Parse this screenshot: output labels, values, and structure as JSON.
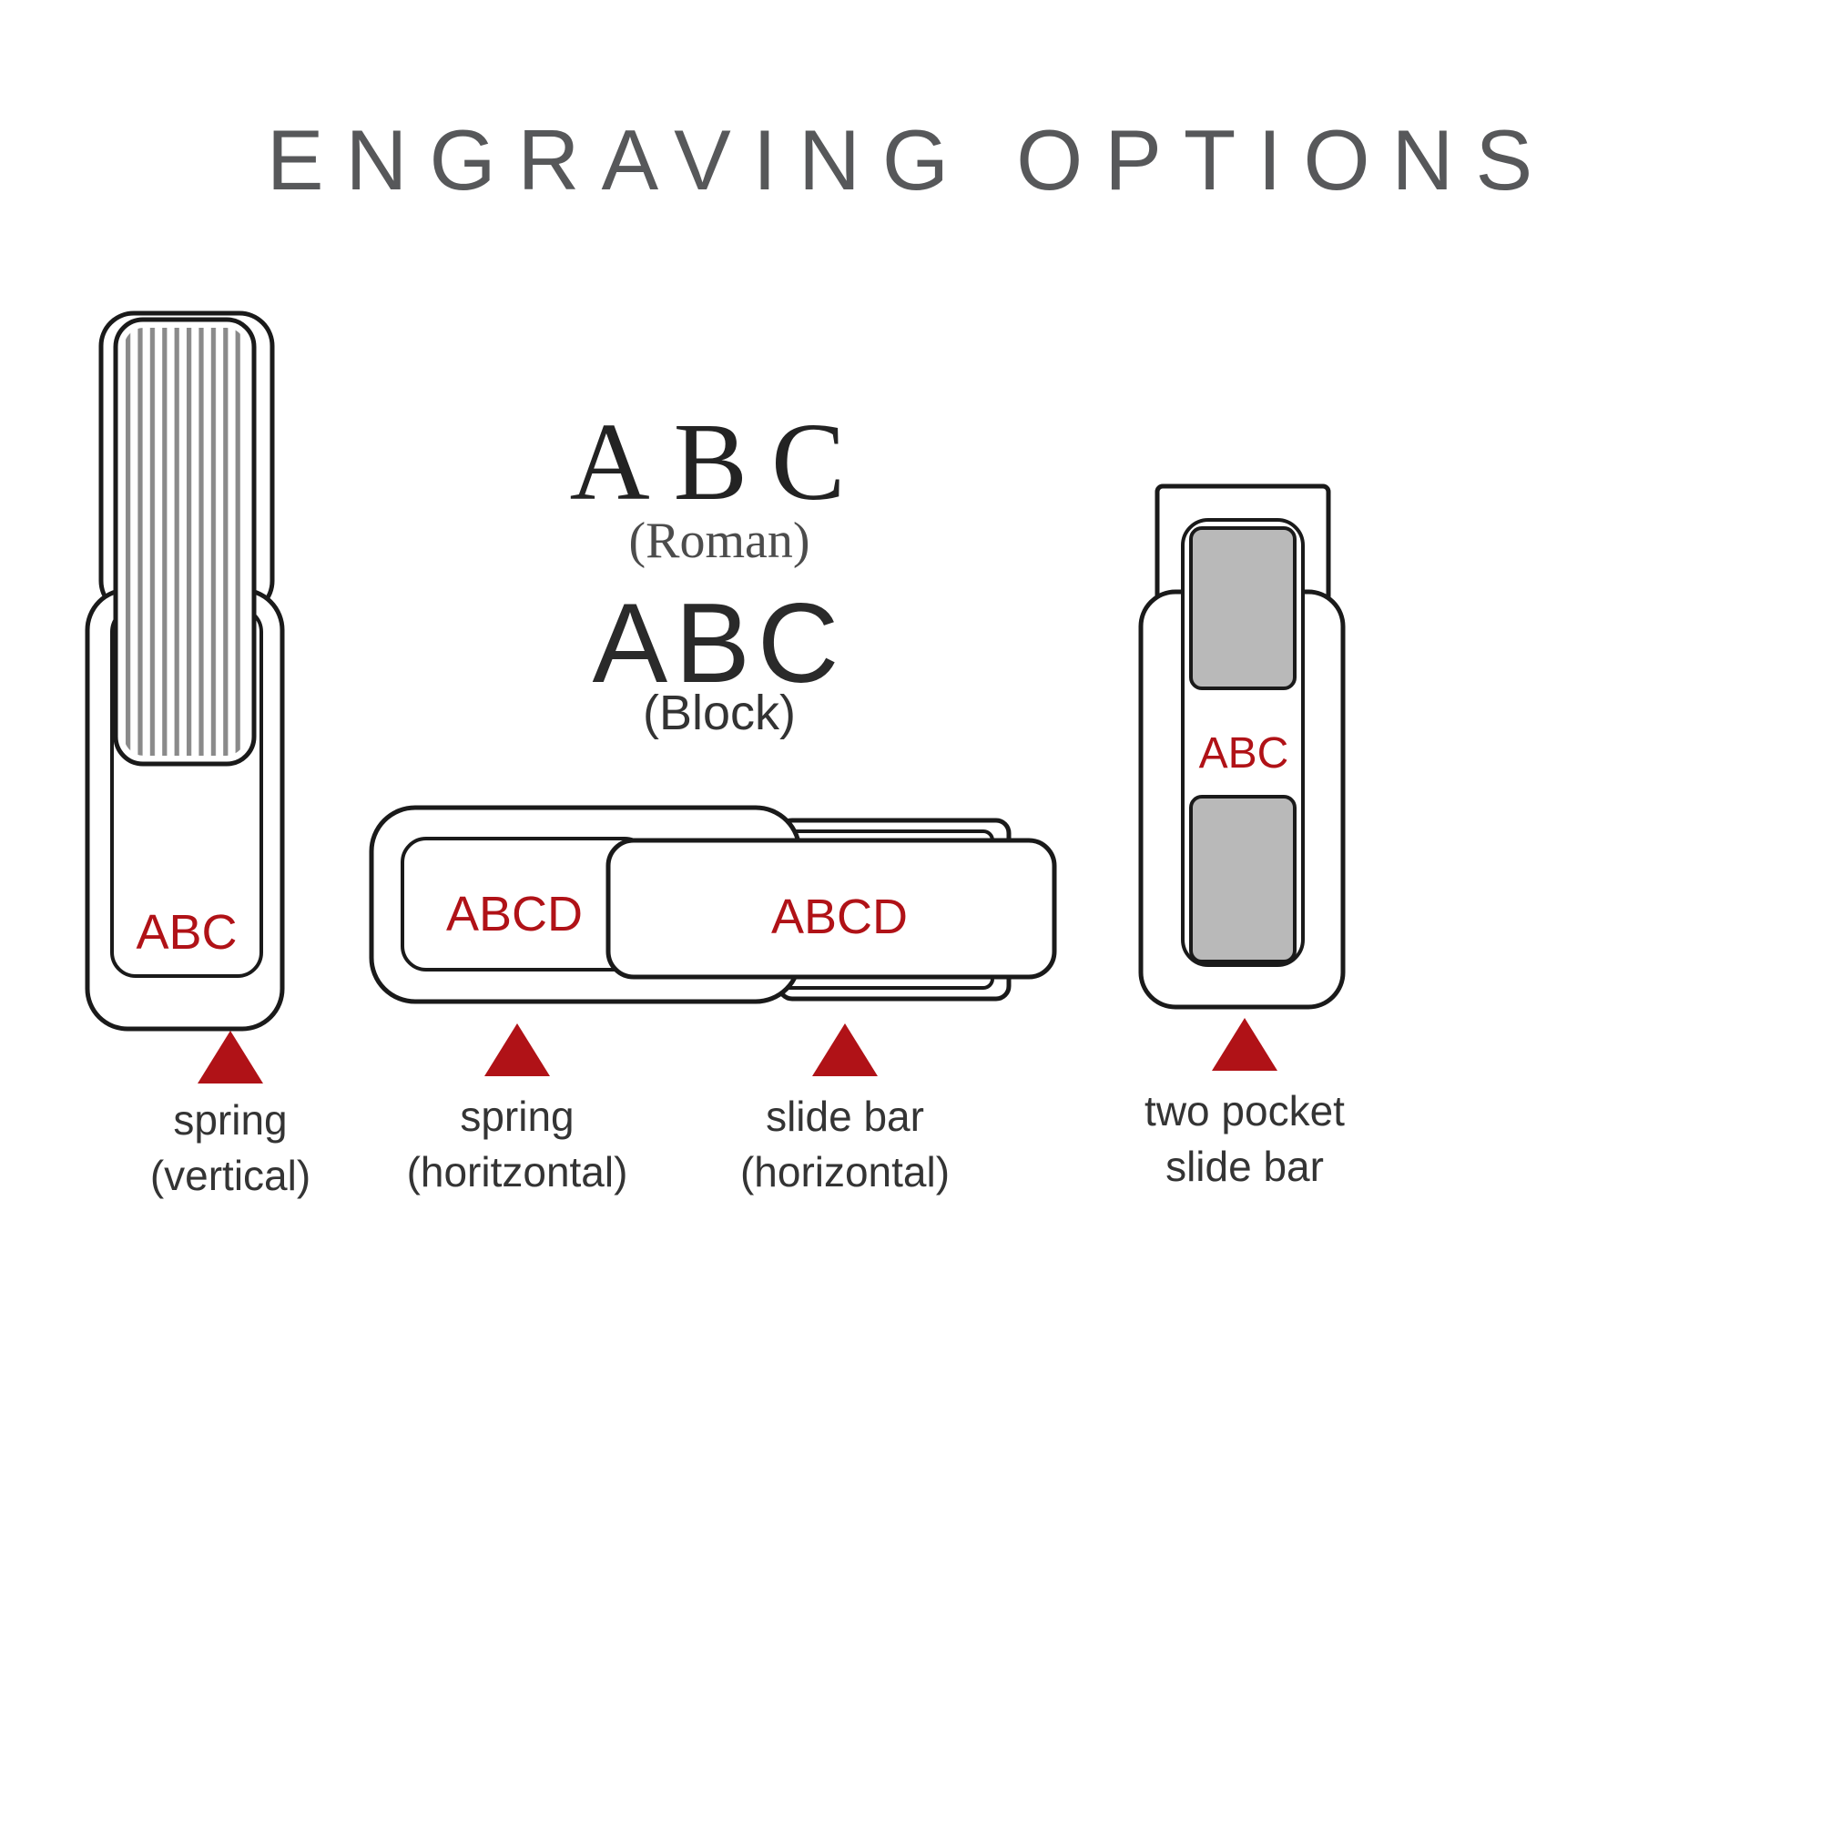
{
  "title": "ENGRAVING OPTIONS",
  "font_samples": {
    "roman": {
      "sample": "ABC",
      "caption": "(Roman)"
    },
    "block": {
      "sample": "ABC",
      "caption": "(Block)"
    }
  },
  "clips": {
    "spring_vertical": {
      "engraving": "ABC",
      "label": [
        "spring",
        "(vertical)"
      ]
    },
    "spring_horizontal": {
      "engraving": "ABCD",
      "label": [
        "spring",
        "(horitzontal)"
      ]
    },
    "slide_bar_horizontal": {
      "engraving": "ABCD",
      "label": [
        "slide bar",
        "(horizontal)"
      ]
    },
    "two_pocket_slide_bar": {
      "engraving": "ABC",
      "label": [
        "two pocket",
        "slide bar"
      ]
    }
  },
  "colors": {
    "engraving_red": "#b01217",
    "outline_black": "#1a1a1a",
    "title_gray": "#57585a",
    "pocket_gray": "#b9b9b9",
    "stripe_gray": "#8f8f8f"
  }
}
